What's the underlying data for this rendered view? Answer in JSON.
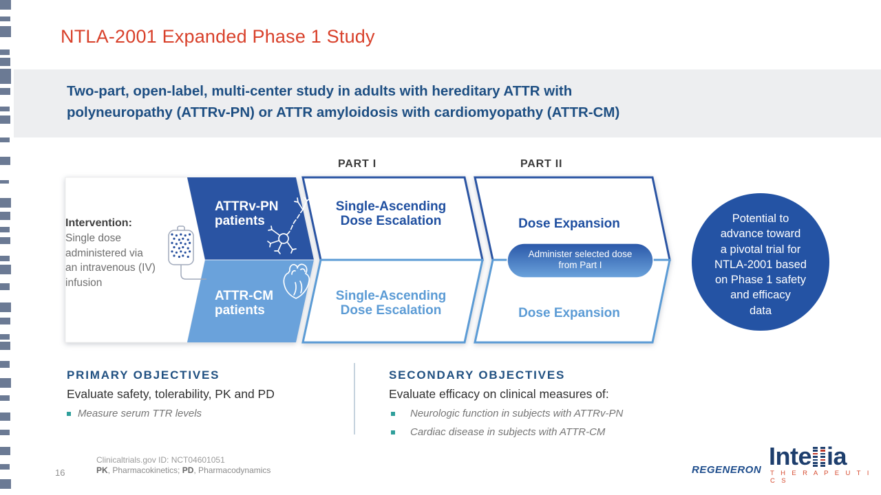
{
  "title": "NTLA-2001 Expanded Phase 1 Study",
  "banner": {
    "text": "Two-part, open-label, multi-center study in adults with hereditary ATTR with\npolyneuropathy (ATTRv-PN) or ATTR amyloidosis with cardiomyopathy (ATTR-CM)"
  },
  "diagram": {
    "part1_label": "PART I",
    "part2_label": "PART II",
    "intervention": {
      "heading": "Intervention:",
      "body": "Single dose\nadministered via\nan intravenous (IV)\ninfusion"
    },
    "rows": {
      "top": {
        "patients": "ATTRv-PN\npatients",
        "part1": "Single-Ascending\nDose Escalation",
        "part2": "Dose Expansion"
      },
      "bottom": {
        "patients": "ATTR-CM\npatients",
        "part1": "Single-Ascending\nDose Escalation",
        "part2": "Dose Expansion"
      }
    },
    "pill": "Administer selected dose\nfrom Part I",
    "outcome_circle": "Potential to\nadvance toward\na pivotal trial for\nNTLA-2001 based\non Phase 1 safety\nand efficacy\ndata",
    "icons": {
      "iv_bag": "iv-bag-icon",
      "neuron": "neuron-icon",
      "heart": "heart-icon"
    }
  },
  "objectives": {
    "primary": {
      "heading": "PRIMARY OBJECTIVES",
      "lead": "Evaluate safety, tolerability, PK and PD",
      "bullets": [
        "Measure serum TTR levels"
      ]
    },
    "secondary": {
      "heading": "SECONDARY OBJECTIVES",
      "lead": "Evaluate efficacy on clinical measures of:",
      "bullets": [
        "Neurologic function in subjects with ATTRv-PN",
        "Cardiac disease in subjects with ATTR-CM"
      ]
    }
  },
  "footer": {
    "page_number": "16",
    "trial_id": "Clinicaltrials.gov ID: NCT04601051",
    "footnote": {
      "pk_abbr": "PK",
      "pk_text": ", Pharmacokinetics; ",
      "pd_abbr": "PD",
      "pd_text": ", Pharmacodynamics"
    },
    "logos": {
      "regeneron": "REGENERON",
      "intellia_pre": "Inte",
      "intellia_post": "ia",
      "intellia_sub": "T H E R A P E U T I C S"
    }
  },
  "colors": {
    "title_red": "#d8402a",
    "banner_navy": "#1d4e82",
    "dark_blue": "#2a54a3",
    "light_blue": "#6aa2db",
    "circle_blue": "#2453a4",
    "banner_bg": "#edeef0",
    "bullet_teal": "#2f9f9b",
    "dash_gray_blue": "#6b7a94"
  }
}
